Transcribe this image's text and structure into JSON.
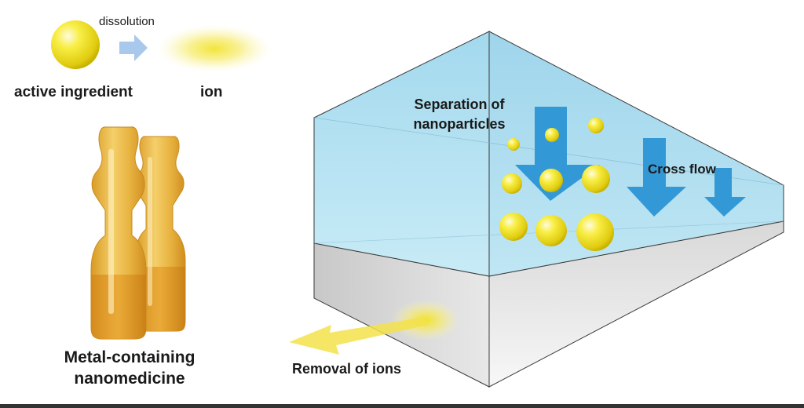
{
  "legend": {
    "dissolution_label": "dissolution",
    "active_ingredient_label": "active ingredient",
    "ion_label": "ion"
  },
  "medicine": {
    "line1": "Metal-containing",
    "line2": "nanomedicine"
  },
  "filter": {
    "separation_line1": "Separation of",
    "separation_line2": "nanoparticles",
    "cross_flow_label": "Cross flow",
    "removal_label": "Removal of ions"
  },
  "colors": {
    "particle": "#f5e62a",
    "water": "#a9dbec",
    "flow_arrow": "#3399d6",
    "dissolution_arrow": "#a8c8ec",
    "ampoule": "#e0a83a",
    "ion_glow": "#f0e030"
  }
}
